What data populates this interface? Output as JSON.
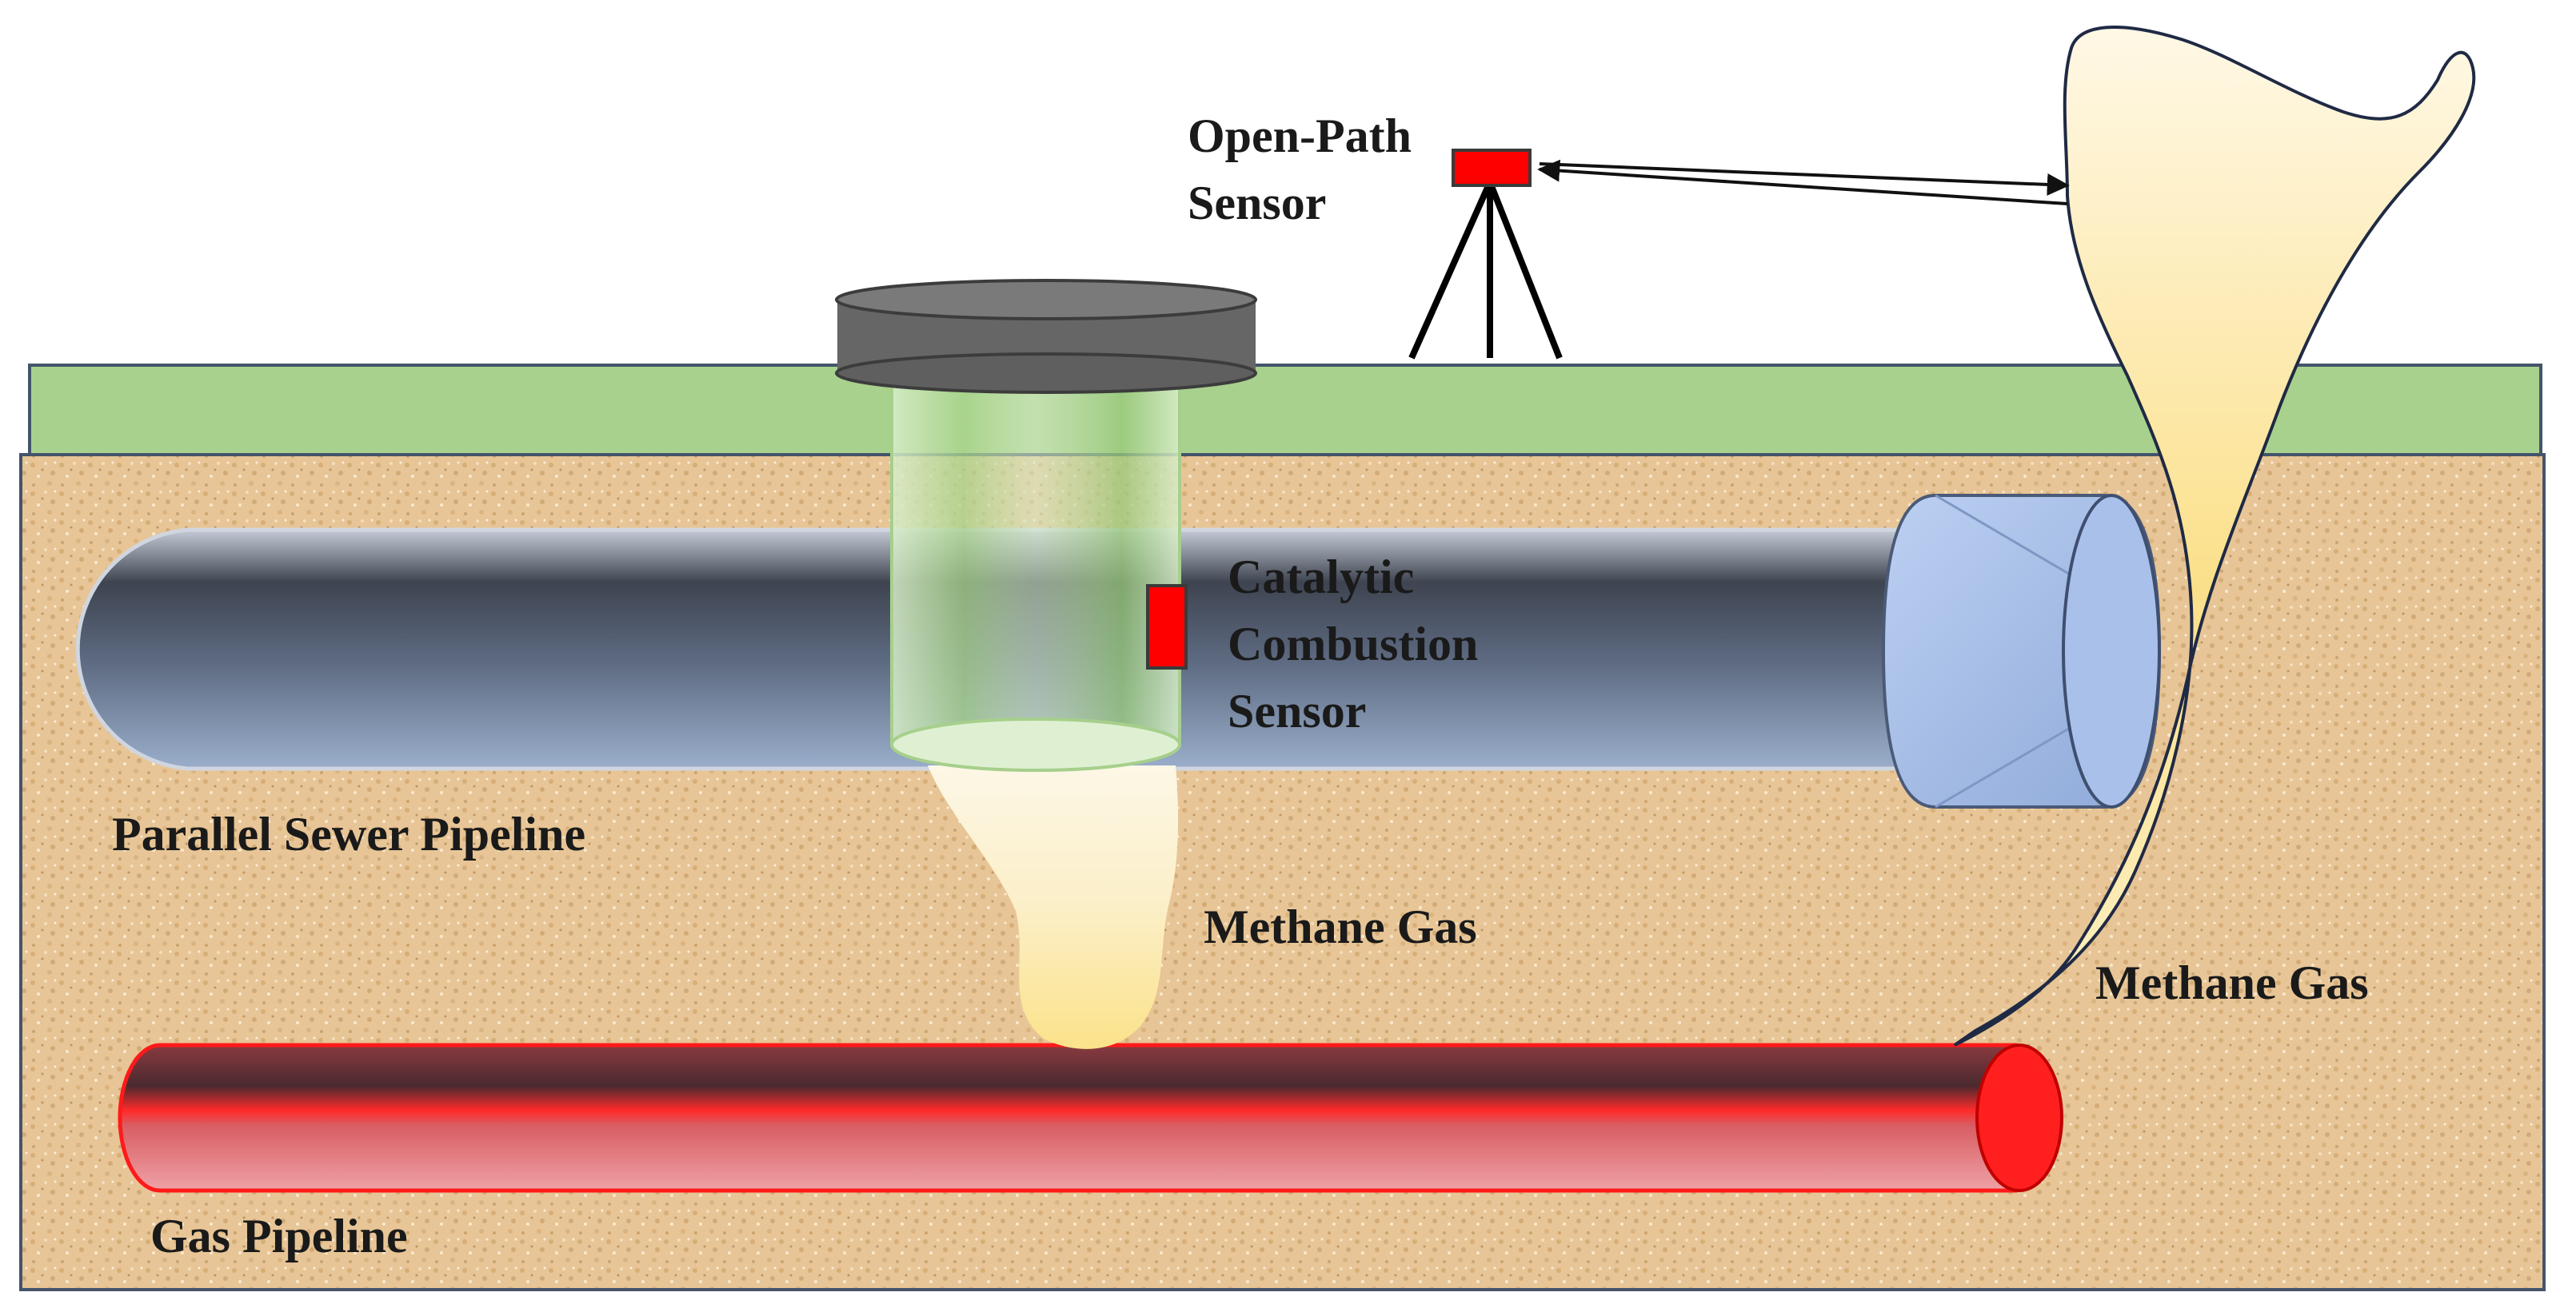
{
  "labels": {
    "open_path_sensor": [
      "Open-Path",
      "Sensor"
    ],
    "catalytic_sensor": [
      "Catalytic",
      "Combustion",
      "Sensor"
    ],
    "sewer_pipeline": "Parallel Sewer Pipeline",
    "gas_pipeline": "Gas Pipeline",
    "methane_gas_left": "Methane Gas",
    "methane_gas_right": "Methane Gas"
  },
  "colors": {
    "grass": "#a9d18e",
    "soil": "#e6c28f",
    "sewer_pipe": "#6f7f98",
    "sewer_cap": "#9fb8e6",
    "gas_pipe": "#d95a5f",
    "gas_pipe_end": "#ff1f1f",
    "sensor": "#ff0000",
    "probe_cap": "#666666",
    "probe_tube": "#c9e6b5",
    "methane": "#fbe9b0"
  }
}
